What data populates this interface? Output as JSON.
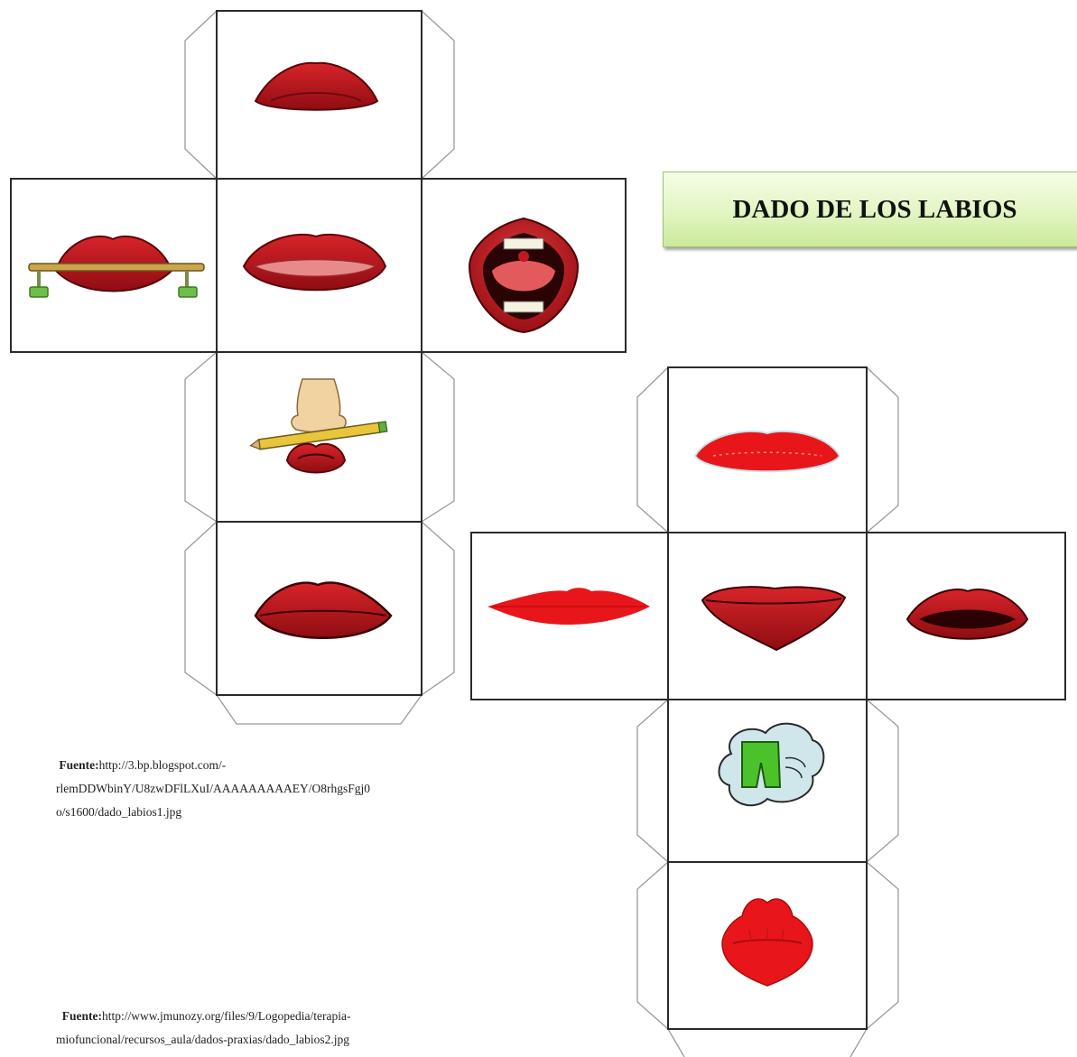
{
  "title": "DADO DE LOS LABIOS",
  "sources": [
    {
      "label": "Fuente:",
      "lines": [
        "http://3.bp.blogspot.com/-",
        "rlemDDWbinY/U8zwDFlLXuI/AAAAAAAAAEY/O8rhgsFgj0",
        "o/s1600/dado_labios1.jpg"
      ]
    },
    {
      "label": "Fuente:",
      "lines": [
        "http://www.jmunozy.org/files/9/Logopedia/terapia-",
        "miofuncional/recursos_aula/dados-praxias/dado_labios2.jpg"
      ]
    }
  ],
  "colors": {
    "lip_red": "#b0141a",
    "lip_bright": "#e8161a",
    "title_green": "#dff3bd",
    "pencil_yellow": "#e8c53a",
    "nose_skin": "#f1d3a2",
    "green_shorts": "#4cc22a",
    "cloud": "#cfe6ea"
  },
  "dice": [
    {
      "name": "dado-1",
      "faces": [
        "tongue-up",
        "lips-stick",
        "lips-tongue-between",
        "mouth-open",
        "pencil-nose",
        "lips-closed"
      ]
    },
    {
      "name": "dado-2",
      "faces": [
        "lips-thin-smile",
        "lips-stretched",
        "tongue-out",
        "lips-dark",
        "shorts-cloud",
        "kiss"
      ]
    }
  ]
}
